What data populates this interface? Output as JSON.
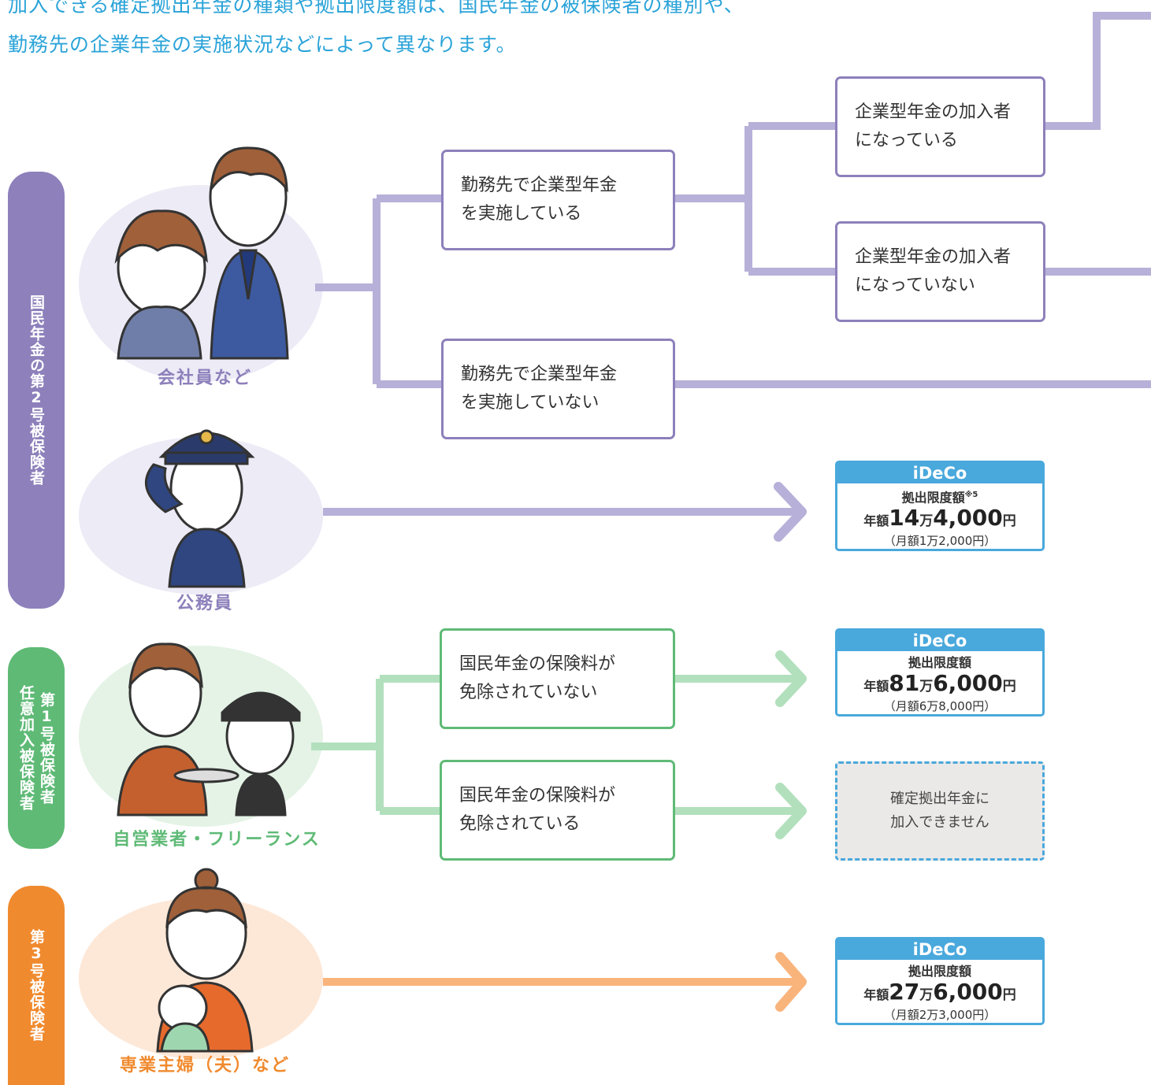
{
  "intro": {
    "line1": "加入できる確定拠出年金の種類や拠出限度額は、国民年金の被保険者の種別や、",
    "line2": "勤務先の企業年金の実施状況などによって異なります。"
  },
  "side_tabs": {
    "second": "国民年金の第2号被保険者",
    "first_a": "第1号被保険者",
    "first_b": "任意加入被保険者",
    "third": "第3号被保険者"
  },
  "persons": {
    "employee": "会社員など",
    "civil": "公務員",
    "self": "自営業者・フリーランス",
    "homemaker": "専業主婦（夫）など"
  },
  "conditions": {
    "has_pension": [
      "勤務先で企業型年金",
      "を実施している"
    ],
    "no_pension": [
      "勤務先で企業型年金",
      "を実施していない"
    ],
    "member": [
      "企業型年金の加入者",
      "になっている"
    ],
    "non_member": [
      "企業型年金の加入者",
      "になっていない"
    ],
    "not_exempt": [
      "国民年金の保険料が",
      "免除されていない"
    ],
    "exempt": [
      "国民年金の保険料が",
      "免除されている"
    ]
  },
  "results": {
    "civil": {
      "plan": "iDeCo",
      "label": "拠出限度額",
      "note": "※5",
      "prefix": "年額",
      "n1": "14",
      "man": "万",
      "n2": "4,000",
      "yen": "円",
      "monthly": "（月額1万2,000円）"
    },
    "self": {
      "plan": "iDeCo",
      "label": "拠出限度額",
      "note": "",
      "prefix": "年額",
      "n1": "81",
      "man": "万",
      "n2": "6,000",
      "yen": "円",
      "monthly": "（月額6万8,000円）"
    },
    "homemaker": {
      "plan": "iDeCo",
      "label": "拠出限度額",
      "note": "",
      "prefix": "年額",
      "n1": "27",
      "man": "万",
      "n2": "6,000",
      "yen": "円",
      "monthly": "（月額2万3,000円）"
    },
    "exempt": [
      "確定拠出年金に",
      "加入できません"
    ]
  },
  "colors": {
    "purple": "#8d80bb",
    "purple_line": "#b7b0d8",
    "green": "#5fba76",
    "green_line": "#b2e0bd",
    "orange": "#f08a2e",
    "orange_line": "#f9b47c",
    "blue": "#49a8dc",
    "intro": "#2aa3d8"
  }
}
